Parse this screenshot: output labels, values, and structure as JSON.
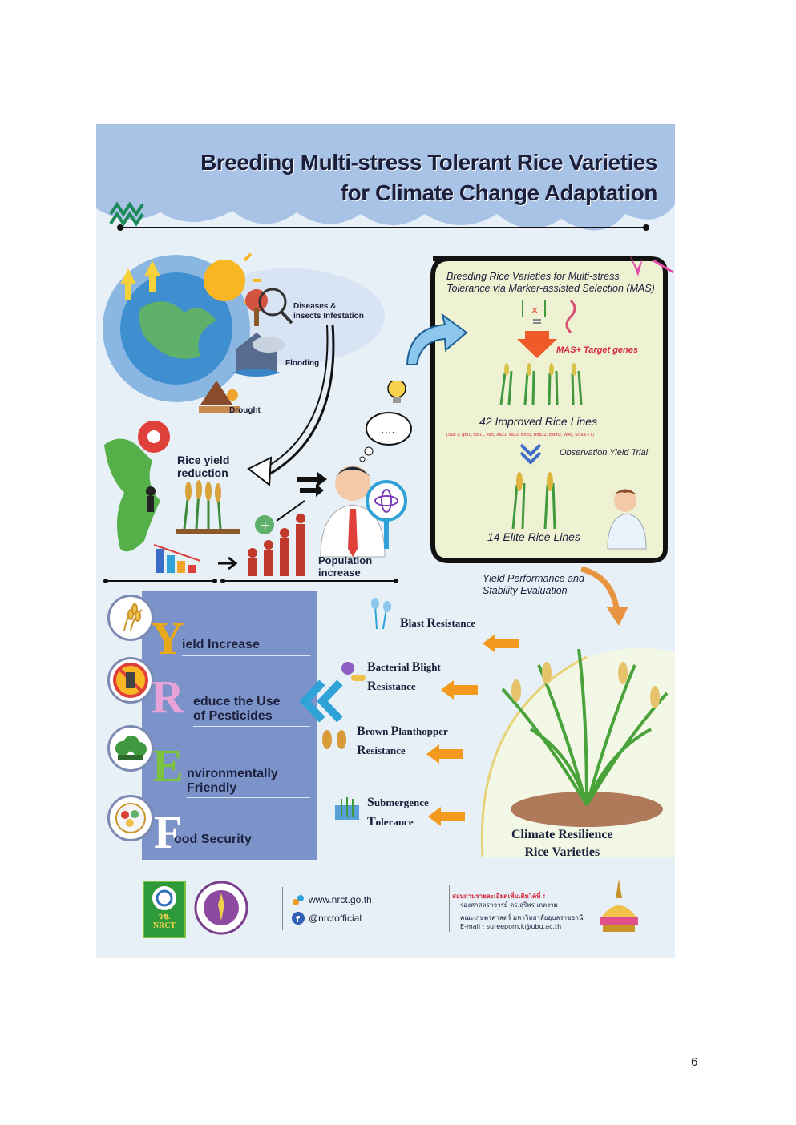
{
  "title": {
    "line1": "Breeding Multi-stress Tolerant Rice Varieties",
    "line2": "for Climate Change Adaptation"
  },
  "stresses": {
    "diseases": "Diseases &\ninsects Infestation",
    "flooding": "Flooding",
    "drought": "Drought",
    "yield_reduction": "Rice yield\nreduction",
    "population": "Population\nincrease"
  },
  "mas_box": {
    "heading": "Breeding Rice Varieties for Multi-stress\nTolerance via Marker-assisted Selection (MAS)",
    "target_genes": "MAS+ Target genes",
    "improved_lines": "42 Improved Rice Lines",
    "gene_list": "(Sub 1, qBl1, qBl11, xa5, Xa21, xa33, Bhp3, Bhp32, badh2, Wxa, SSIIa-TT)",
    "observation": "Observation Yield Trial",
    "elite_lines": "14 Elite Rice Lines"
  },
  "evaluation": "Yield Performance and\nStability Evaluation",
  "yref": [
    {
      "letter": "Y",
      "rest": "ield Increase",
      "color": "#e9a81c",
      "icon": "rice-grain-icon"
    },
    {
      "letter": "R",
      "rest": "educe the Use\nof Pesticides",
      "color": "#e7a3d8",
      "icon": "no-pesticides-icon"
    },
    {
      "letter": "E",
      "rest": "nvironmentally\nFriendly",
      "color": "#7cc241",
      "icon": "forest-icon"
    },
    {
      "letter": "F",
      "rest": "ood Security",
      "color": "#ffffff",
      "icon": "food-plate-icon"
    }
  ],
  "no_pesticides_badge": "NO PESTICIDES",
  "resistances": [
    {
      "cap1": "B",
      "word1": "last ",
      "cap2": "R",
      "word2": "esistance"
    },
    {
      "cap1": "B",
      "word1": "acterial ",
      "cap2": "B",
      "word2": "light",
      "cap3": "R",
      "word3": "esistance"
    },
    {
      "cap1": "B",
      "word1": "rown ",
      "cap2": "P",
      "word2": "lanthopper",
      "cap3": "R",
      "word3": "esistance"
    },
    {
      "cap1": "S",
      "word1": "ubmergence",
      "cap3": "T",
      "word3": "olerance"
    }
  ],
  "result": "Climate Resilience\nRice Varieties",
  "footer": {
    "logo_text": "วช.\nNRCT",
    "website": "www.nrct.go.th",
    "facebook": "@nrctofficial",
    "contact_heading": "สอบถามรายละเอียดเพิ่มเติมได้ที่ :",
    "contact_name": "รองศาสตราจารย์ ดร.สุริพร เกตงาม",
    "contact_org": "คณะเกษตรศาสตร์ มหาวิทยาลัยอุบลราชธานี",
    "contact_email": "E-mail : sureeporn.k@ubu.ac.th"
  },
  "page_number": "6",
  "colors": {
    "poster_bg": "#e6f0f6",
    "cloud": "#a9c3e6",
    "panel": "#7b93c9",
    "mas_box": "#eef1d2",
    "orange": "#f39a1e",
    "title_text": "#1b1f3b"
  }
}
